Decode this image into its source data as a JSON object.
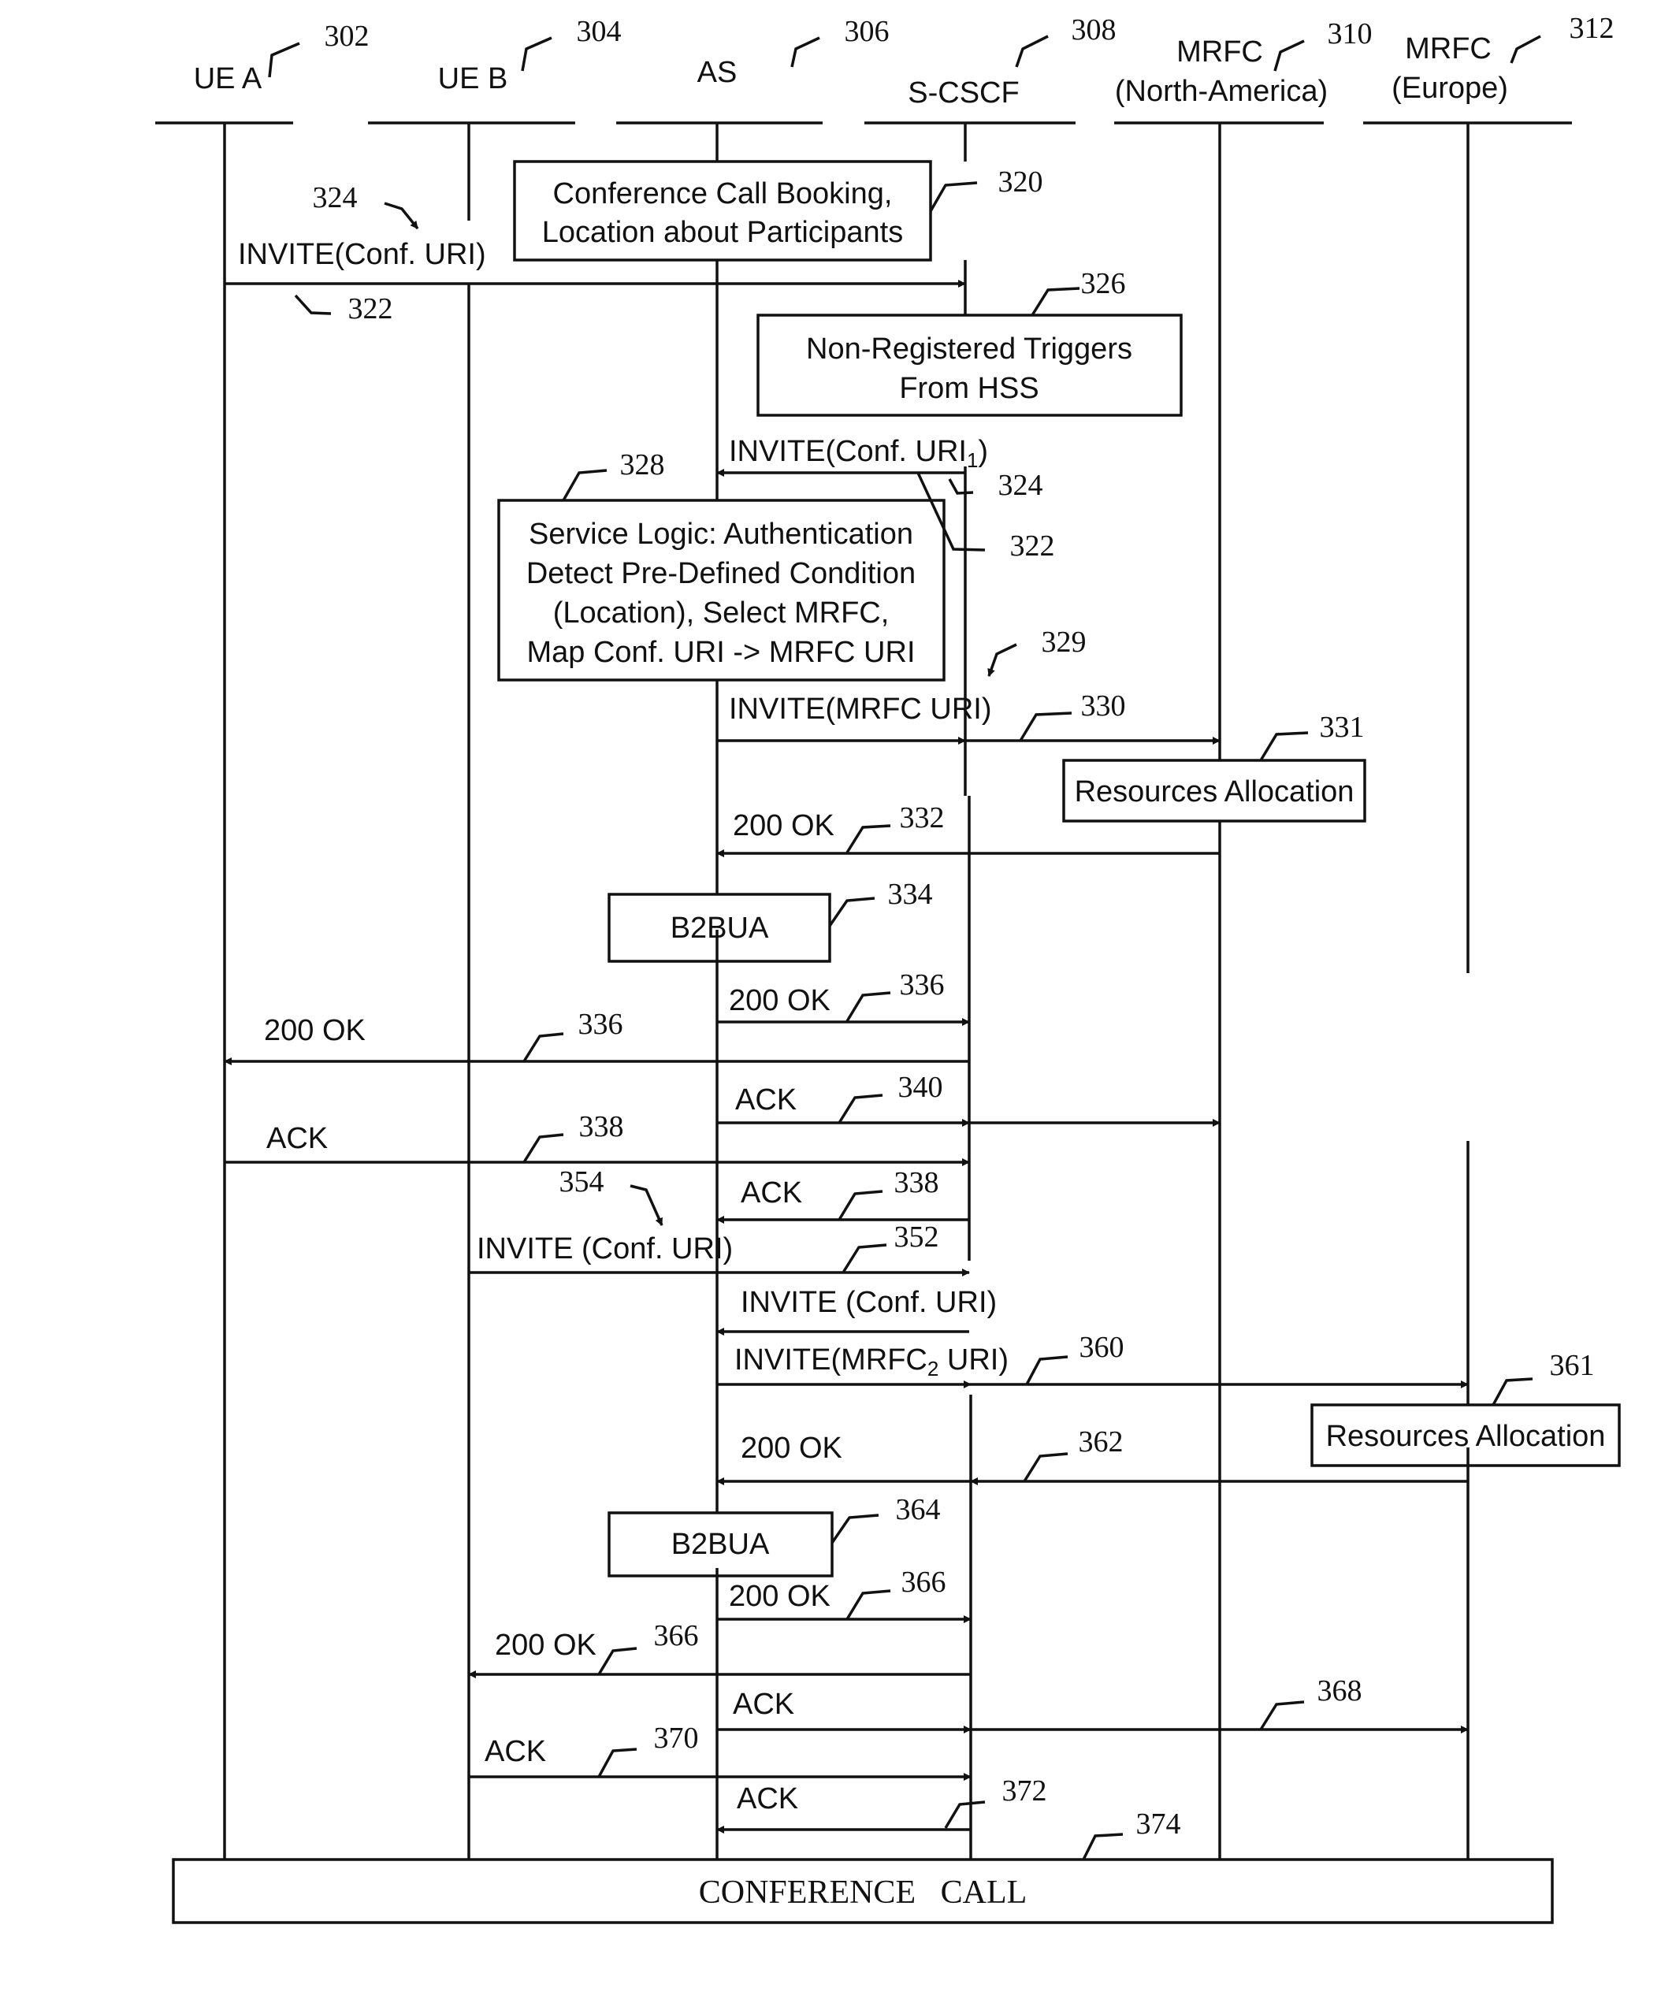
{
  "colors": {
    "ink": "#111111",
    "paper": "#ffffff"
  },
  "entities": [
    {
      "id": "ue_a",
      "line1": "",
      "line2": "UE A",
      "ref": "302"
    },
    {
      "id": "ue_b",
      "line1": "",
      "line2": "UE B",
      "ref": "304"
    },
    {
      "id": "as",
      "line1": "",
      "line2": "AS",
      "ref": "306"
    },
    {
      "id": "scscf",
      "line1": "",
      "line2": "S-CSCF",
      "ref": "308"
    },
    {
      "id": "mrfc_na",
      "line1": "MRFC",
      "line2": "(North-America)",
      "ref": "310"
    },
    {
      "id": "mrfc_eu",
      "line1": "MRFC",
      "line2": "(Europe)",
      "ref": "312"
    }
  ],
  "boxes": [
    {
      "id": "booking",
      "lines": [
        "Conference Call Booking,",
        "Location about Participants"
      ],
      "ref": "320"
    },
    {
      "id": "triggers",
      "lines": [
        "Non-Registered Triggers",
        "From HSS"
      ],
      "ref": "326"
    },
    {
      "id": "logic",
      "lines": [
        "Service Logic: Authentication",
        "Detect Pre-Defined Condition",
        "(Location),  Select MRFC,",
        "Map Conf. URI -> MRFC URI"
      ],
      "ref": "328"
    },
    {
      "id": "res1",
      "lines": [
        "Resources Allocation"
      ],
      "ref": "331"
    },
    {
      "id": "b2bua1",
      "lines": [
        "B2BUA"
      ],
      "ref": "334"
    },
    {
      "id": "res2",
      "lines": [
        "Resources Allocation"
      ],
      "ref": "361"
    },
    {
      "id": "b2bua2",
      "lines": [
        "B2BUA"
      ],
      "ref": "364"
    }
  ],
  "messages": [
    {
      "id": "m322",
      "label": "INVITE(Conf. URI)",
      "ref": "322",
      "ref2": "324"
    },
    {
      "id": "m324b",
      "label": "INVITE(Conf. URI",
      "sub": "1",
      "tail": ")",
      "ref": "324",
      "ref2": "322"
    },
    {
      "id": "m330",
      "label": "INVITE(MRFC URI)",
      "ref": "330",
      "ref2": "329"
    },
    {
      "id": "m332",
      "label": "200 OK",
      "ref": "332"
    },
    {
      "id": "m336a",
      "label": "200 OK",
      "ref": "336"
    },
    {
      "id": "m336b",
      "label": "200 OK",
      "ref": "336"
    },
    {
      "id": "m340",
      "label": "ACK",
      "ref": "340"
    },
    {
      "id": "m338a",
      "label": "ACK",
      "ref": "338"
    },
    {
      "id": "m338b",
      "label": "ACK",
      "ref": "338"
    },
    {
      "id": "m352",
      "label": "INVITE (Conf. URI)",
      "ref": "352",
      "ref2": "354"
    },
    {
      "id": "m352b",
      "label": "INVITE (Conf. URI)"
    },
    {
      "id": "m360",
      "label": "INVITE(MRFC",
      "sub": "2",
      "tail": " URI)",
      "ref": "360"
    },
    {
      "id": "m362",
      "label": "200 OK",
      "ref": "362"
    },
    {
      "id": "m366a",
      "label": "200 OK",
      "ref": "366"
    },
    {
      "id": "m366b",
      "label": "200 OK",
      "ref": "366"
    },
    {
      "id": "m368",
      "label": "ACK",
      "ref": "368"
    },
    {
      "id": "m370",
      "label": "ACK",
      "ref": "370"
    },
    {
      "id": "m372",
      "label": "ACK",
      "ref": "372"
    }
  ],
  "footer": {
    "label": "CONFERENCE   CALL",
    "ref": "374"
  }
}
